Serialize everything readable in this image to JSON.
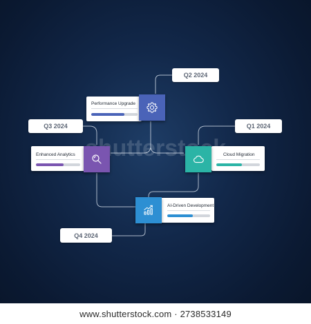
{
  "milestones": [
    {
      "key": "q2",
      "date": "Q2 2024",
      "title": "Performance Upgrade",
      "progress": 0.72,
      "color": "#4a63b8",
      "icon": "gear-icon"
    },
    {
      "key": "q3",
      "date": "Q3 2024",
      "title": "Enhanced Analytics",
      "progress": 0.62,
      "color": "#7a55b0",
      "icon": "magnifier-icon"
    },
    {
      "key": "q1",
      "date": "Q1 2024",
      "title": "Cloud Migration",
      "progress": 0.58,
      "color": "#2bb4a6",
      "icon": "cloud-icon"
    },
    {
      "key": "q4",
      "date": "Q4 2024",
      "title": "AI-Driven Development",
      "progress": 0.6,
      "color": "#2d8fd3",
      "icon": "growth-chart-icon"
    }
  ],
  "watermark": "shutterstock",
  "footer": "www.shutterstock.com · 2738533149"
}
